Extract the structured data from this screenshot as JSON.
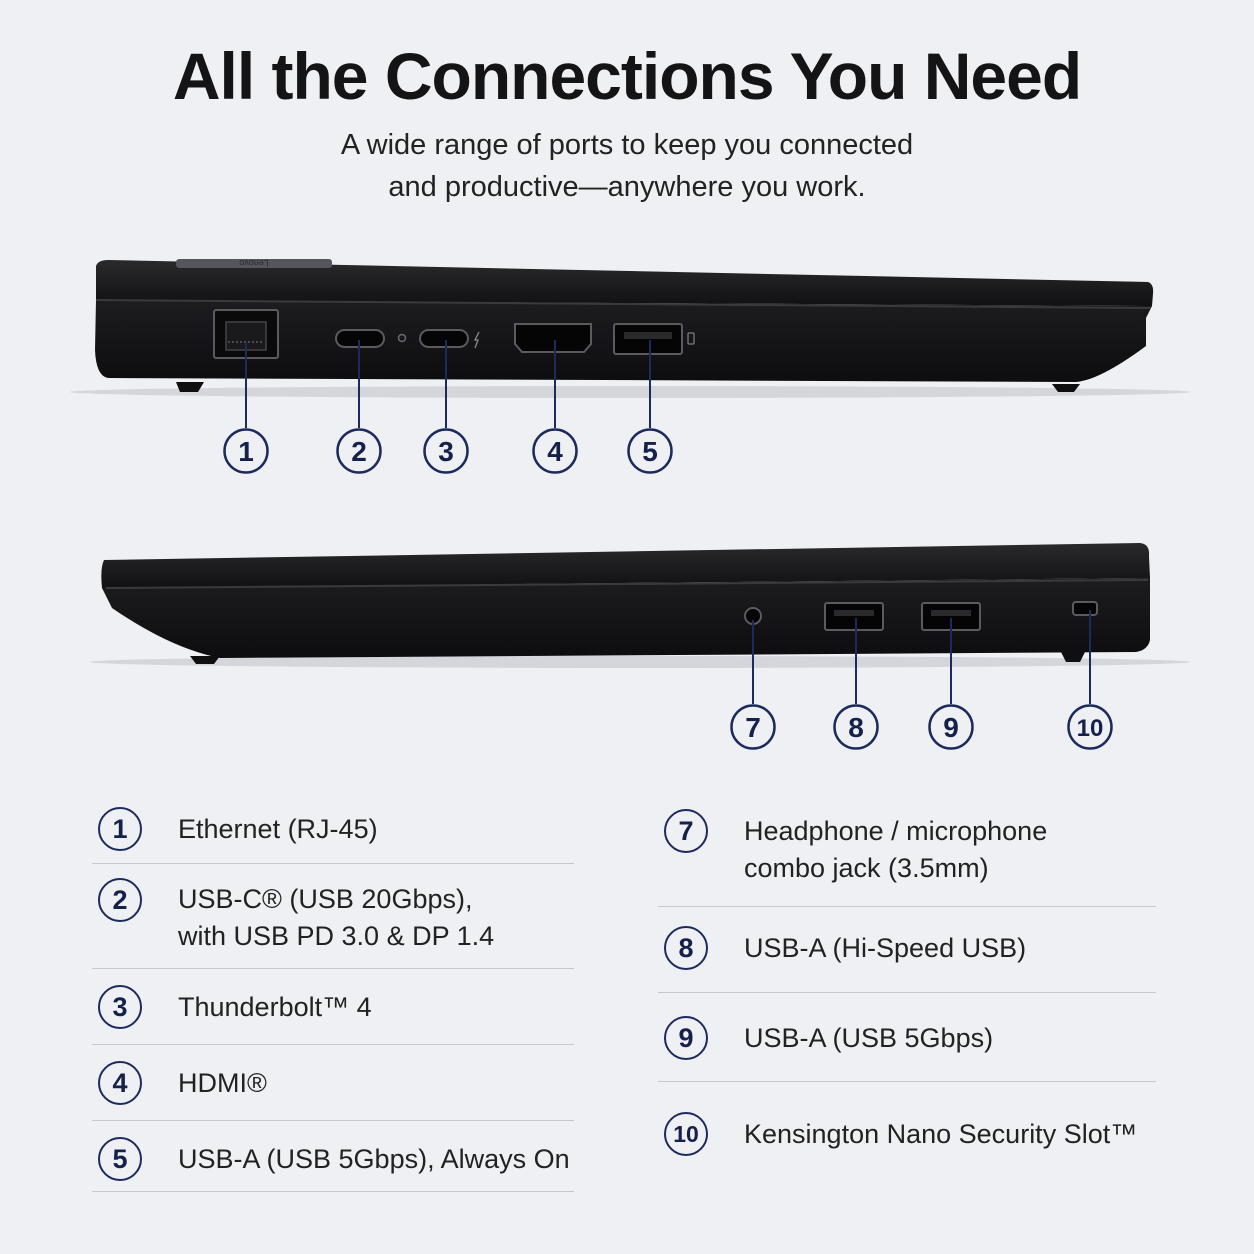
{
  "header": {
    "title": "All the Connections You Need",
    "subtitle_line1": "A wide range of ports to keep you connected",
    "subtitle_line2": "and productive—anywhere you work."
  },
  "laptop_left": {
    "logo_text": "Lenovo",
    "callouts": [
      "1",
      "2",
      "3",
      "4",
      "5"
    ]
  },
  "laptop_right": {
    "callouts": [
      "7",
      "8",
      "9",
      "10"
    ]
  },
  "legend_left": [
    {
      "num": "1",
      "line1": "Ethernet (RJ-45)",
      "line2": ""
    },
    {
      "num": "2",
      "line1": "USB-C® (USB 20Gbps),",
      "line2": "with USB PD 3.0 & DP 1.4"
    },
    {
      "num": "3",
      "line1": "Thunderbolt™ 4",
      "line2": ""
    },
    {
      "num": "4",
      "line1": "HDMI®",
      "line2": ""
    },
    {
      "num": "5",
      "line1": "USB-A (USB 5Gbps), Always On",
      "line2": ""
    }
  ],
  "legend_right": [
    {
      "num": "7",
      "line1": "Headphone / microphone",
      "line2": "combo jack (3.5mm)"
    },
    {
      "num": "8",
      "line1": "USB-A (Hi-Speed USB)",
      "line2": ""
    },
    {
      "num": "9",
      "line1": "USB-A (USB 5Gbps)",
      "line2": ""
    },
    {
      "num": "10",
      "line1": "Kensington Nano Security Slot™",
      "line2": ""
    }
  ],
  "colors": {
    "background": "#eef0f4",
    "laptop_body": "#151517",
    "callout_ring": "#1c2a5c",
    "divider": "#c6c8cf"
  }
}
